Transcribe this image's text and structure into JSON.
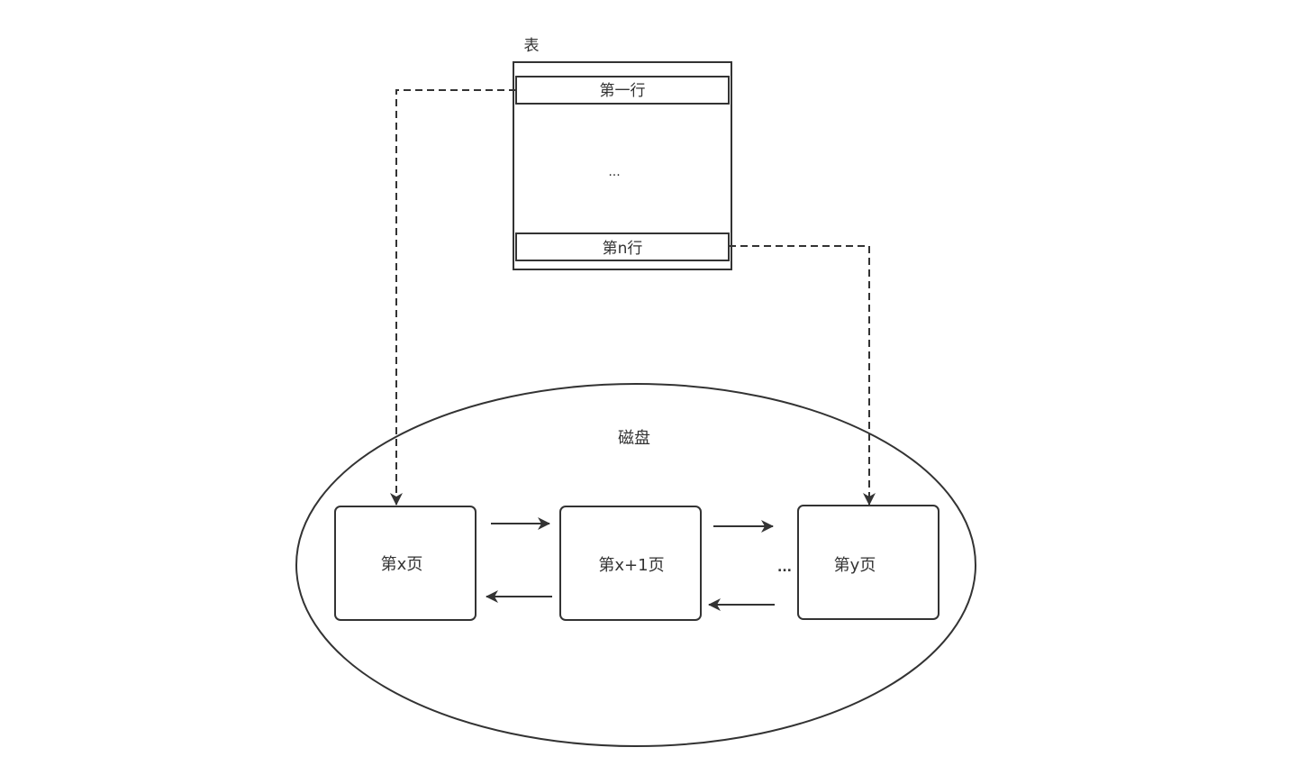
{
  "table": {
    "title": "表",
    "first_row": "第一行",
    "ellipsis": "...",
    "last_row": "第n行"
  },
  "disk": {
    "title": "磁盘",
    "pages": [
      "第x页",
      "第x+1页",
      "第y页"
    ],
    "ellipsis": "..."
  },
  "colors": {
    "stroke": "#333333",
    "text": "#333333",
    "background": "#ffffff"
  }
}
